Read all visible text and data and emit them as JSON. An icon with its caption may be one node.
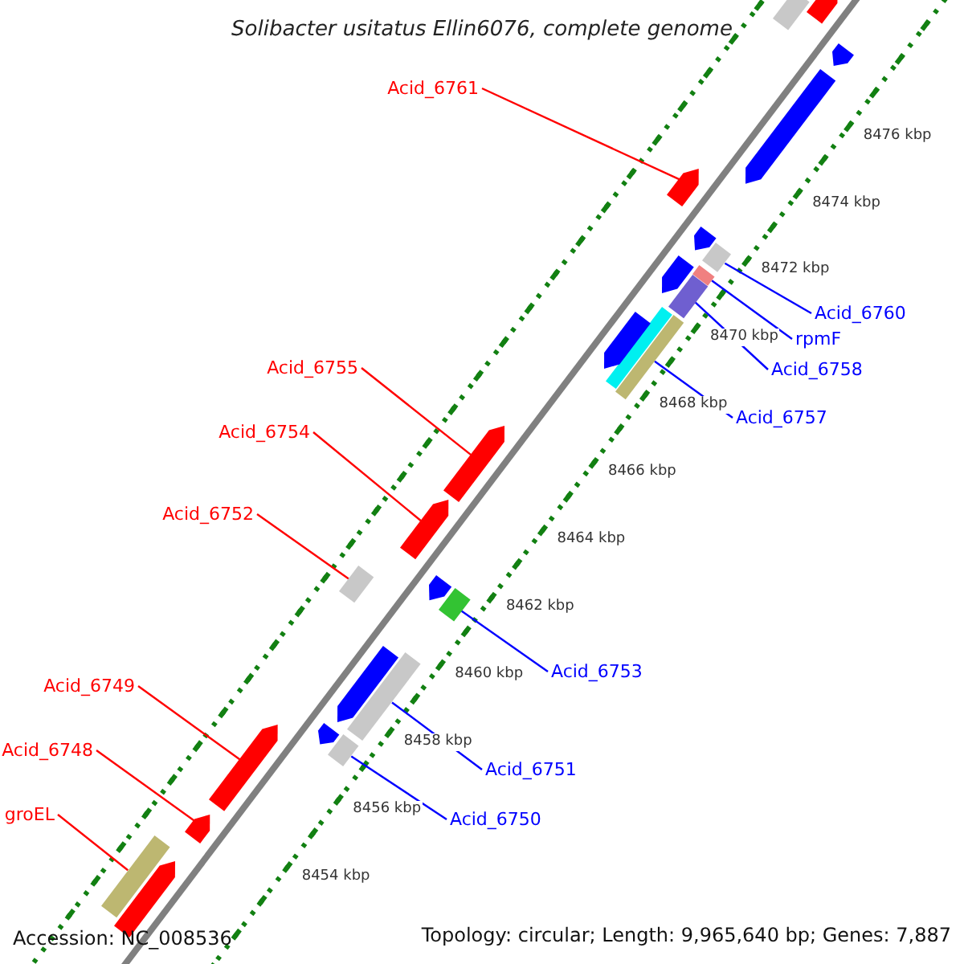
{
  "diagram": {
    "title": "Solibacter usitatus Ellin6076, complete genome",
    "nodes": [
      {
        "text": [
          "Acid_6761"
        ]
      },
      {
        "text": [
          "Acid_6760"
        ]
      },
      {
        "text": [
          "rpmF"
        ]
      },
      {
        "text": [
          "Acid_6758"
        ]
      },
      {
        "text": [
          "Acid_6757"
        ]
      },
      {
        "text": [
          "Acid_6755"
        ]
      },
      {
        "text": [
          "Acid_6754"
        ]
      },
      {
        "text": [
          "Acid_6752"
        ]
      },
      {
        "text": [
          "Acid_6753"
        ]
      },
      {
        "text": [
          "Acid_6749"
        ]
      },
      {
        "text": [
          "Acid_6751"
        ]
      },
      {
        "text": [
          "Acid_6748"
        ]
      },
      {
        "text": [
          "Acid_6750"
        ]
      },
      {
        "text": [
          "groEL"
        ]
      },
      {
        "text": [],
        "shape": "bar"
      },
      {
        "text": [],
        "shape": "bar"
      },
      {
        "text": [],
        "shape": "bar"
      },
      {
        "text": [],
        "shape": "bar"
      },
      {
        "text": [],
        "shape": "bar"
      },
      {
        "text": [],
        "shape": "bar"
      },
      {
        "text": [],
        "shape": "bar"
      },
      {
        "text": [],
        "shape": "bar"
      },
      {
        "text": [],
        "shape": "bar"
      },
      {
        "text": [],
        "shape": "bar"
      },
      {
        "text": [],
        "shape": "bar"
      },
      {
        "text": [],
        "shape": "bar"
      },
      {
        "text": [],
        "shape": "bar"
      },
      {
        "text": [],
        "shape": "bar"
      },
      {
        "text": [],
        "shape": "bar"
      },
      {
        "text": [],
        "shape": "bar"
      },
      {
        "text": [],
        "shape": "bar"
      },
      {
        "text": [],
        "shape": "bar"
      },
      {
        "text": [],
        "shape": "bar"
      },
      {
        "text": [],
        "shape": "bar"
      },
      {
        "text": [],
        "shape": "bar"
      },
      {
        "text": [],
        "shape": "bar"
      },
      {
        "text": [],
        "shape": "bar"
      },
      {
        "text": [],
        "shape": "bar"
      },
      {
        "text": [],
        "shape": "bar"
      },
      {
        "text": [],
        "shape": "bar"
      }
    ],
    "edges": [
      {
        "from": 0,
        "to": 14,
        "arrow": "none",
        "color": "#ff0000"
      },
      {
        "from": 1,
        "to": 15,
        "arrow": "none",
        "color": "#0000ff"
      },
      {
        "from": 2,
        "to": 16,
        "arrow": "none",
        "color": "#0000ff"
      },
      {
        "from": 3,
        "to": 17,
        "arrow": "none",
        "color": "#0000ff"
      },
      {
        "from": 4,
        "to": 18,
        "arrow": "none",
        "color": "#0000ff"
      },
      {
        "from": 5,
        "to": 19,
        "arrow": "none",
        "color": "#ff0000"
      },
      {
        "from": 6,
        "to": 20,
        "arrow": "none",
        "color": "#ff0000"
      },
      {
        "from": 7,
        "to": 21,
        "arrow": "none",
        "color": "#ff0000"
      },
      {
        "from": 8,
        "to": 22,
        "arrow": "none",
        "color": "#0000ff"
      },
      {
        "from": 9,
        "to": 23,
        "arrow": "none",
        "color": "#ff0000"
      },
      {
        "from": 10,
        "to": 24,
        "arrow": "none",
        "color": "#0000ff"
      },
      {
        "from": 11,
        "to": 25,
        "arrow": "none",
        "color": "#ff0000"
      },
      {
        "from": 12,
        "to": 26,
        "arrow": "none",
        "color": "#0000ff"
      },
      {
        "from": 13,
        "to": 27,
        "arrow": "none",
        "color": "#ff0000"
      }
    ],
    "labels": [
      "8476 kbp",
      "8474 kbp",
      "8472 kbp",
      "8470 kbp",
      "8468 kbp",
      "8466 kbp",
      "8464 kbp",
      "8462 kbp",
      "8460 kbp",
      "8458 kbp",
      "8456 kbp",
      "8454 kbp",
      "Accession: NC_008536",
      "Topology: circular; Length: 9,965,640 bp; Genes: 7,887"
    ]
  }
}
